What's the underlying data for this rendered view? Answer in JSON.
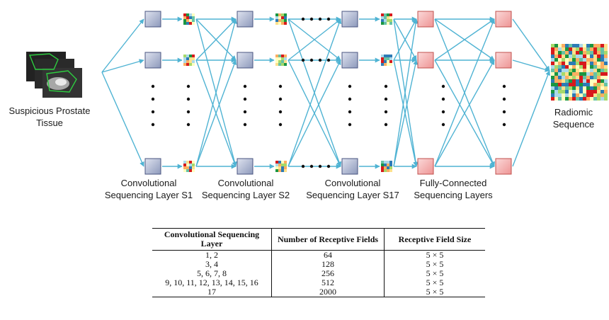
{
  "input_label": [
    "Suspicious Prostate",
    "Tissue"
  ],
  "output_label": [
    "Radiomic",
    "Sequence"
  ],
  "layer_labels": [
    [
      "Convolutional",
      "Sequencing Layer S1"
    ],
    [
      "Convolutional",
      "Sequencing Layer S2"
    ],
    [
      "Convolutional",
      "Sequencing Layer S17"
    ],
    [
      "Fully-Connected",
      "Sequencing Layers"
    ]
  ],
  "colors": {
    "conv_node": "#9ea9c7",
    "fc_node": "#f0a3a3",
    "connection": "#4fb3d3"
  },
  "table": {
    "headers": [
      "Convolutional Sequencing Layer",
      "Number of Receptive Fields",
      "Receptive Field Size"
    ],
    "rows": [
      [
        "1, 2",
        "64",
        "5 × 5"
      ],
      [
        "3, 4",
        "128",
        "5 × 5"
      ],
      [
        "5, 6, 7, 8",
        "256",
        "5 × 5"
      ],
      [
        "9, 10, 11, 12, 13, 14, 15, 16",
        "512",
        "5 × 5"
      ],
      [
        "17",
        "2000",
        "5 × 5"
      ]
    ]
  }
}
